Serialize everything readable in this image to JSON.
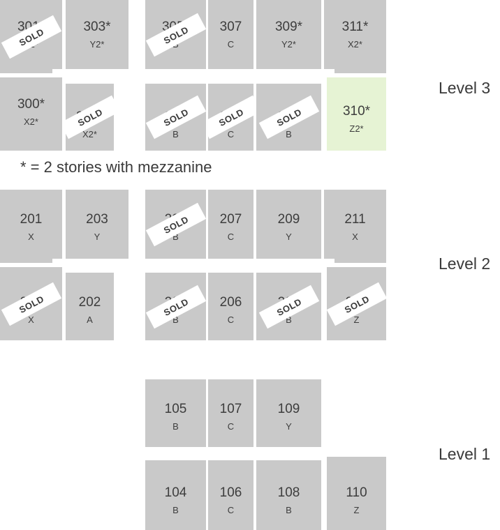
{
  "sold_label": "SOLD",
  "legend": "* = 2 stories with mezzanine",
  "level_labels": {
    "level3": "Level 3",
    "level2": "Level 2",
    "level1": "Level 1"
  },
  "colors": {
    "unit": "#c9c9c9",
    "highlight": "#e6f3d4",
    "sold_band": "#ffffff"
  },
  "units": {
    "u301": {
      "num": "301*",
      "type": "X2*",
      "sold": true
    },
    "u303": {
      "num": "303*",
      "type": "Y2*",
      "sold": false
    },
    "u305": {
      "num": "305*",
      "type": "B",
      "sold": true
    },
    "u307": {
      "num": "307",
      "type": "C",
      "sold": false
    },
    "u309": {
      "num": "309*",
      "type": "Y2*",
      "sold": false
    },
    "u311": {
      "num": "311*",
      "type": "X2*",
      "sold": false
    },
    "u300": {
      "num": "300*",
      "type": "X2*",
      "sold": false
    },
    "u302": {
      "num": "302*",
      "type": "X2*",
      "sold": true
    },
    "u304": {
      "num": "304",
      "type": "B",
      "sold": true
    },
    "u306": {
      "num": "306",
      "type": "C",
      "sold": true
    },
    "u308": {
      "num": "308",
      "type": "B",
      "sold": true
    },
    "u310": {
      "num": "310*",
      "type": "Z2*",
      "sold": false
    },
    "u201": {
      "num": "201",
      "type": "X",
      "sold": false
    },
    "u203": {
      "num": "203",
      "type": "Y",
      "sold": false
    },
    "u205": {
      "num": "205",
      "type": "B",
      "sold": true
    },
    "u207": {
      "num": "207",
      "type": "C",
      "sold": false
    },
    "u209": {
      "num": "209",
      "type": "Y",
      "sold": false
    },
    "u211": {
      "num": "211",
      "type": "X",
      "sold": false
    },
    "u200": {
      "num": "200",
      "type": "X",
      "sold": true
    },
    "u202": {
      "num": "202",
      "type": "A",
      "sold": false
    },
    "u204": {
      "num": "204",
      "type": "B",
      "sold": true
    },
    "u206": {
      "num": "206",
      "type": "C",
      "sold": false
    },
    "u208": {
      "num": "208",
      "type": "B",
      "sold": true
    },
    "u210": {
      "num": "210",
      "type": "Z",
      "sold": true
    },
    "u105": {
      "num": "105",
      "type": "B",
      "sold": false
    },
    "u107": {
      "num": "107",
      "type": "C",
      "sold": false
    },
    "u109": {
      "num": "109",
      "type": "Y",
      "sold": false
    },
    "u104": {
      "num": "104",
      "type": "B",
      "sold": false
    },
    "u106": {
      "num": "106",
      "type": "C",
      "sold": false
    },
    "u108": {
      "num": "108",
      "type": "B",
      "sold": false
    },
    "u110": {
      "num": "110",
      "type": "Z",
      "sold": false
    }
  }
}
